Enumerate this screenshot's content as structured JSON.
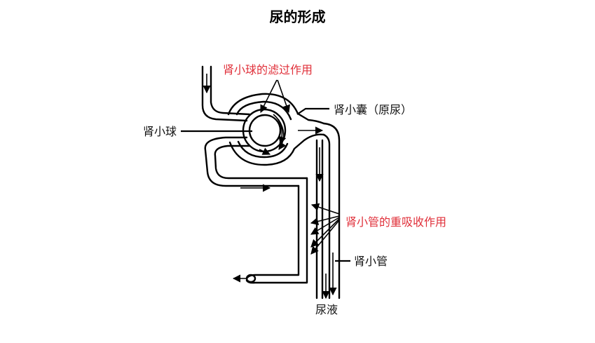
{
  "title": "尿的形成",
  "labels": {
    "filtration": "肾小球的滤过作用",
    "capsule": "肾小囊（原尿）",
    "glomerulus": "肾小球",
    "reabsorption": "肾小管的重吸收作用",
    "tubule": "肾小管",
    "urine": "尿液"
  },
  "colors": {
    "function_label": "#e0303a",
    "structure_label": "#111111",
    "line": "#000000"
  }
}
